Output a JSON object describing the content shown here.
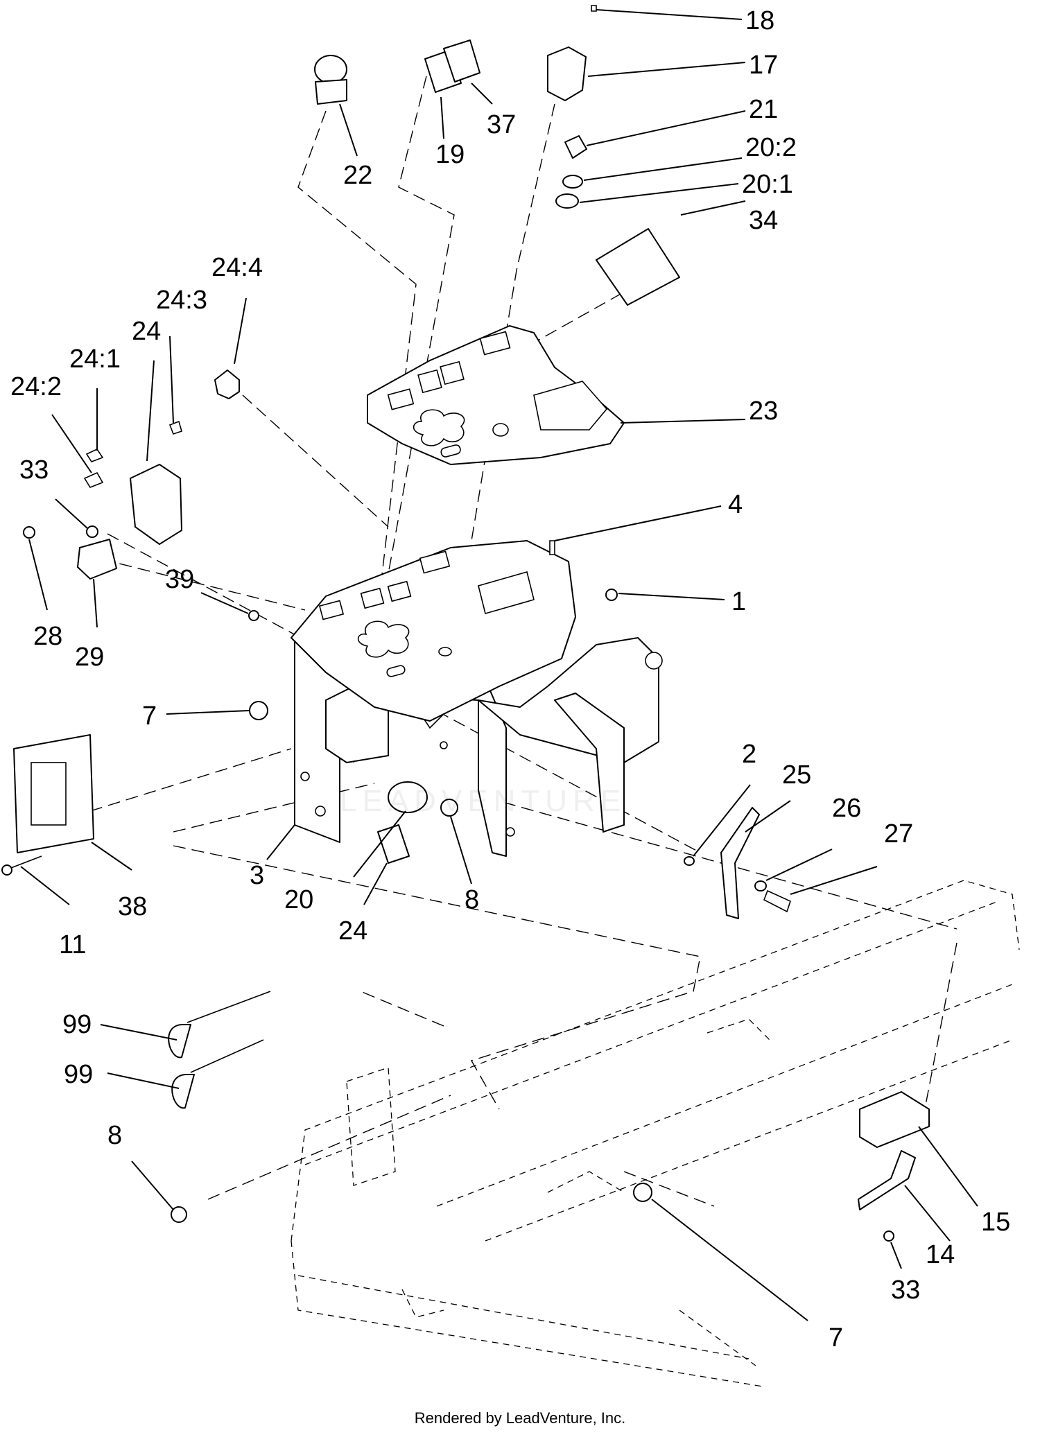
{
  "diagram": {
    "callouts": [
      {
        "label": "18"
      },
      {
        "label": "17"
      },
      {
        "label": "21"
      },
      {
        "label": "20:2"
      },
      {
        "label": "20:1"
      },
      {
        "label": "34"
      },
      {
        "label": "22"
      },
      {
        "label": "19"
      },
      {
        "label": "37"
      },
      {
        "label": "24:4"
      },
      {
        "label": "24:3"
      },
      {
        "label": "24"
      },
      {
        "label": "24:1"
      },
      {
        "label": "24:2"
      },
      {
        "label": "33"
      },
      {
        "label": "23"
      },
      {
        "label": "4"
      },
      {
        "label": "1"
      },
      {
        "label": "39"
      },
      {
        "label": "28"
      },
      {
        "label": "29"
      },
      {
        "label": "7"
      },
      {
        "label": "2"
      },
      {
        "label": "25"
      },
      {
        "label": "26"
      },
      {
        "label": "27"
      },
      {
        "label": "3"
      },
      {
        "label": "20"
      },
      {
        "label": "24"
      },
      {
        "label": "8"
      },
      {
        "label": "11"
      },
      {
        "label": "38"
      },
      {
        "label": "99"
      },
      {
        "label": "99"
      },
      {
        "label": "8"
      },
      {
        "label": "15"
      },
      {
        "label": "14"
      },
      {
        "label": "33"
      },
      {
        "label": "7"
      }
    ],
    "watermark": "LEADVENTURE"
  },
  "footer": {
    "text": "Rendered by LeadVenture, Inc."
  }
}
